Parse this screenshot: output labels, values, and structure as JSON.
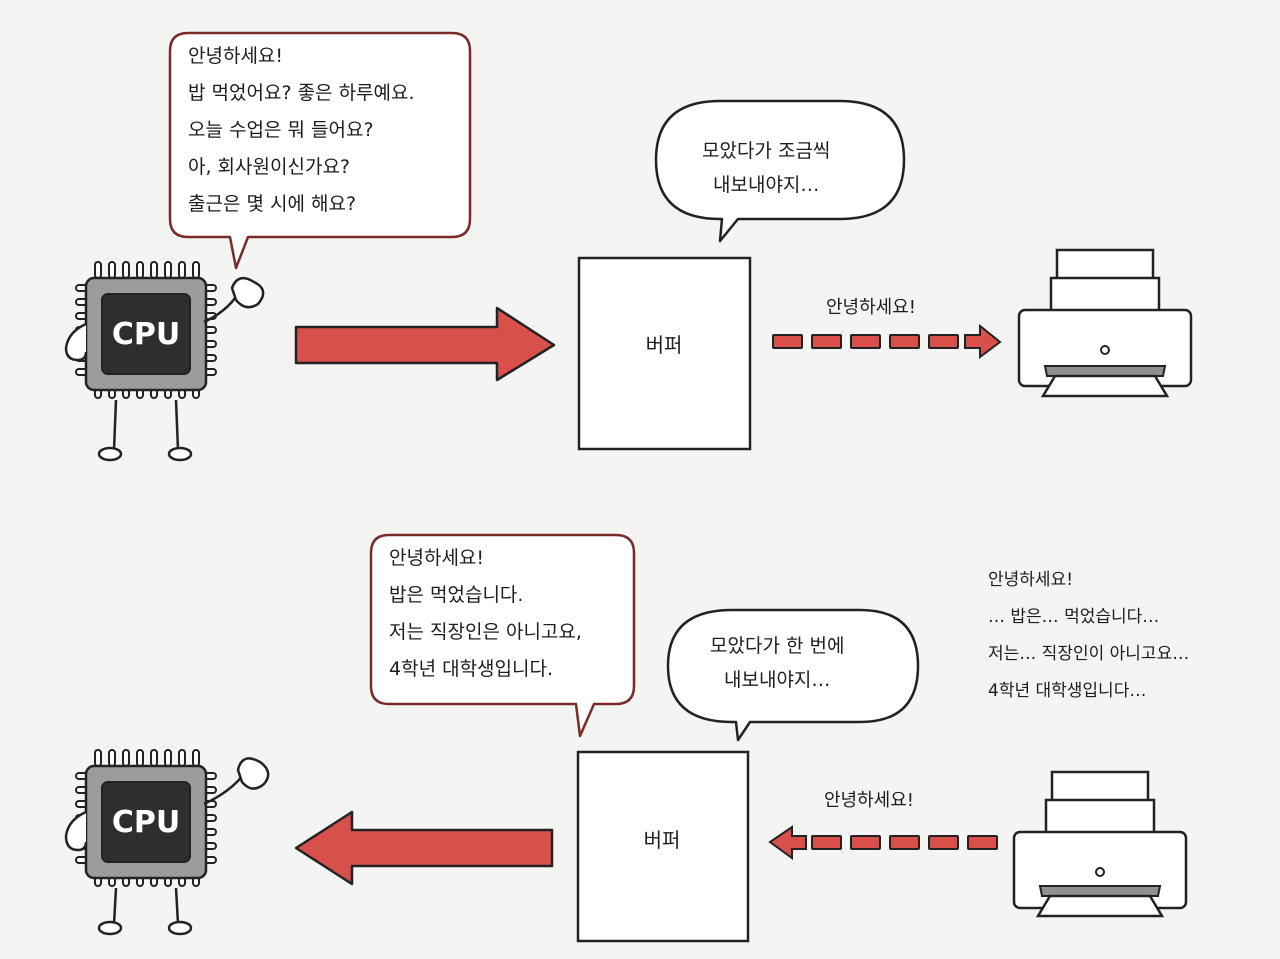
{
  "top": {
    "cpu_chip": {
      "label": "CPU"
    },
    "cpu_bubble": {
      "lines": [
        "안녕하세요!",
        "밥 먹었어요? 좋은 하루예요.",
        "오늘 수업은 뭐 들어요?",
        "아, 회사원이신가요?",
        "출근은 몇 시에 해요?"
      ]
    },
    "buffer": {
      "label": "버퍼"
    },
    "buffer_bubble": {
      "lines": [
        "모았다가 조금씩",
        "내보내야지…"
      ]
    },
    "output_message": "안녕하세요!"
  },
  "bottom": {
    "cpu_chip": {
      "label": "CPU"
    },
    "buffer_bubble_received": {
      "lines": [
        "안녕하세요!",
        "밥은 먹었습니다.",
        "저는 직장인은 아니고요,",
        "4학년 대학생입니다."
      ]
    },
    "buffer": {
      "label": "버퍼"
    },
    "buffer_bubble": {
      "lines": [
        "모았다가 한 번에",
        "내보내야지…"
      ]
    },
    "printer_text": {
      "lines": [
        "안녕하세요!",
        "… 밥은… 먹었습니다…",
        "저는… 직장인이 아니고요…",
        "4학년 대학생입니다…"
      ]
    },
    "input_message": "안녕하세요!"
  },
  "colors": {
    "arrow_red": "#d9504a",
    "bubble_border": "#7a2a2a",
    "chip_body": "#9c9c9c",
    "chip_core": "#2e2e2e",
    "printer_slot": "#8f8f8f",
    "background": "#f4f4f2"
  },
  "icons": [
    "cpu-chip-icon",
    "printer-icon",
    "arrow-right-icon",
    "arrow-left-icon",
    "dashed-arrow-icon"
  ]
}
